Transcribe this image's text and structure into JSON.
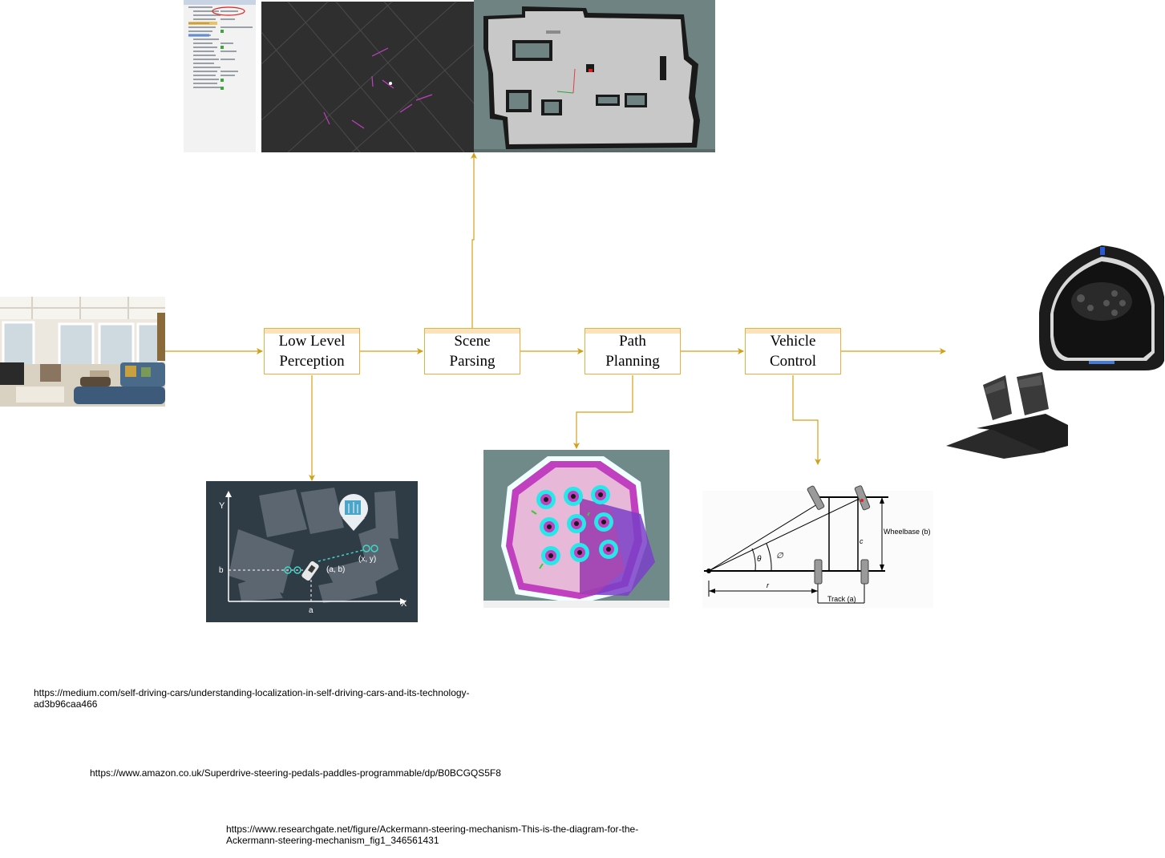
{
  "nodes": {
    "low_level_perception": "Low Level\nPerception",
    "scene_parsing": "Scene\nParsing",
    "path_planning": "Path\nPlanning",
    "vehicle_control": "Vehicle\nControl"
  },
  "localization_figure": {
    "axis_y": "Y",
    "axis_x": "X",
    "label_b": "b",
    "label_a": "a",
    "point_ab": "(a, b)",
    "point_xy": "(x, y)"
  },
  "ackermann_figure": {
    "wheelbase": "Wheelbase (b)",
    "track": "Track (a)",
    "theta": "θ",
    "phi": "∅",
    "r": "r",
    "c": "c"
  },
  "links": {
    "medium": "https://medium.com/self-driving-cars/understanding-localization-in-self-driving-cars-and-its-technology-\nad3b96caa466",
    "amazon": "https://www.amazon.co.uk/Superdrive-steering-pedals-paddles-programmable/dp/B0BCGQS5F8",
    "researchgate": "https://www.researchgate.net/figure/Ackermann-steering-mechanism-This-is-the-diagram-for-the-\nAckermann-steering-mechanism_fig1_346561431"
  },
  "colors": {
    "connector": "#d4a017",
    "node_border": "#e8b040",
    "node_header": "#fbe2b8"
  }
}
